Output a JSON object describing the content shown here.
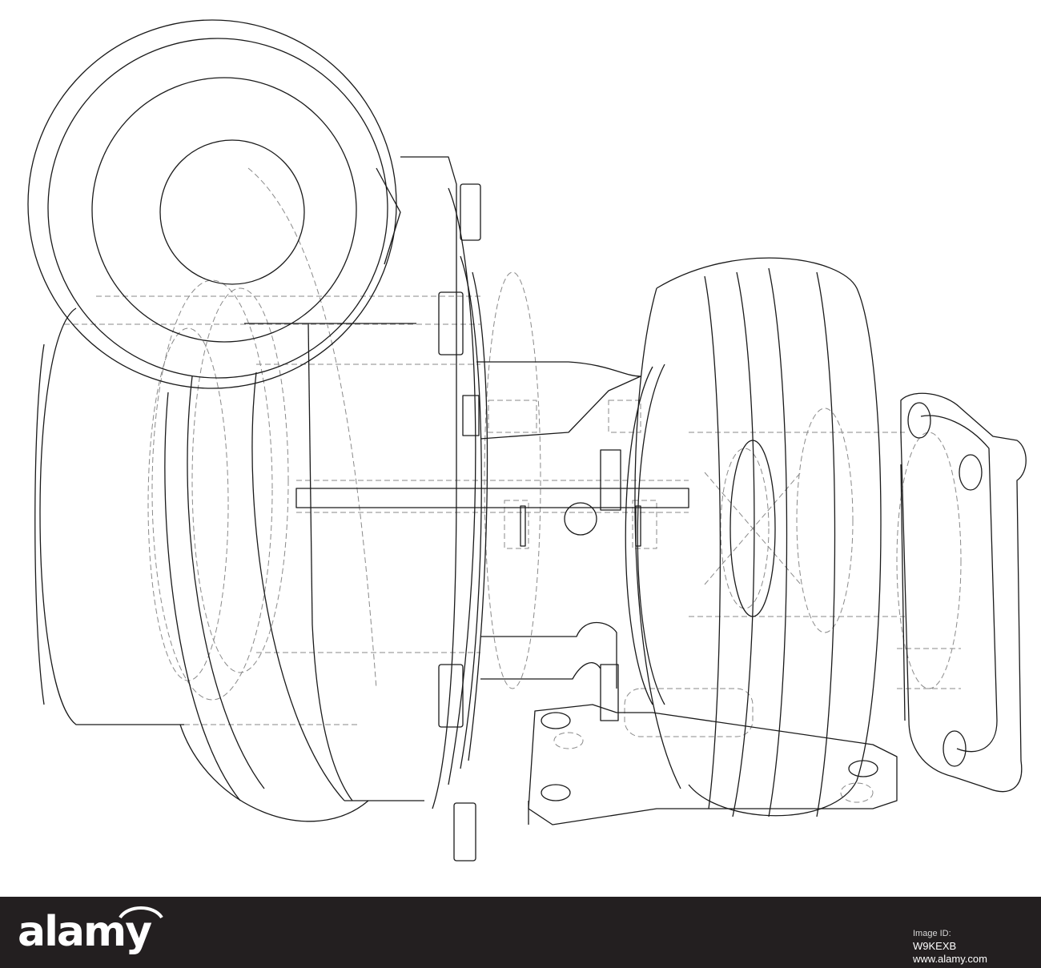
{
  "watermark": {
    "brand": "alamy"
  },
  "footer": {
    "brand": "alamy",
    "image_id_label": "Image ID:",
    "image_id": "W9KEXB",
    "site": "www.alamy.com",
    "background": "#231f20",
    "text_color": "#ffffff"
  },
  "drawing": {
    "line_color": "#1a1a1a",
    "hidden_line_color": "#8a8a8a",
    "background": "#ffffff"
  }
}
